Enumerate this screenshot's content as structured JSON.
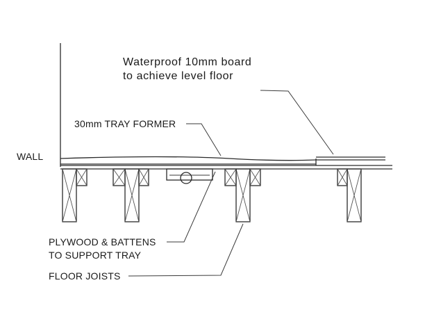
{
  "labels": {
    "waterproof_line1": "Waterproof 10mm board",
    "waterproof_line2": "to achieve level floor",
    "tray_former": "30mm TRAY FORMER",
    "wall": "WALL",
    "plywood_line1": "PLYWOOD & BATTENS",
    "plywood_line2": "TO SUPPORT TRAY",
    "floor_joists": "FLOOR JOISTS"
  },
  "colors": {
    "ink": "#1a1a1a",
    "background": "#ffffff"
  }
}
